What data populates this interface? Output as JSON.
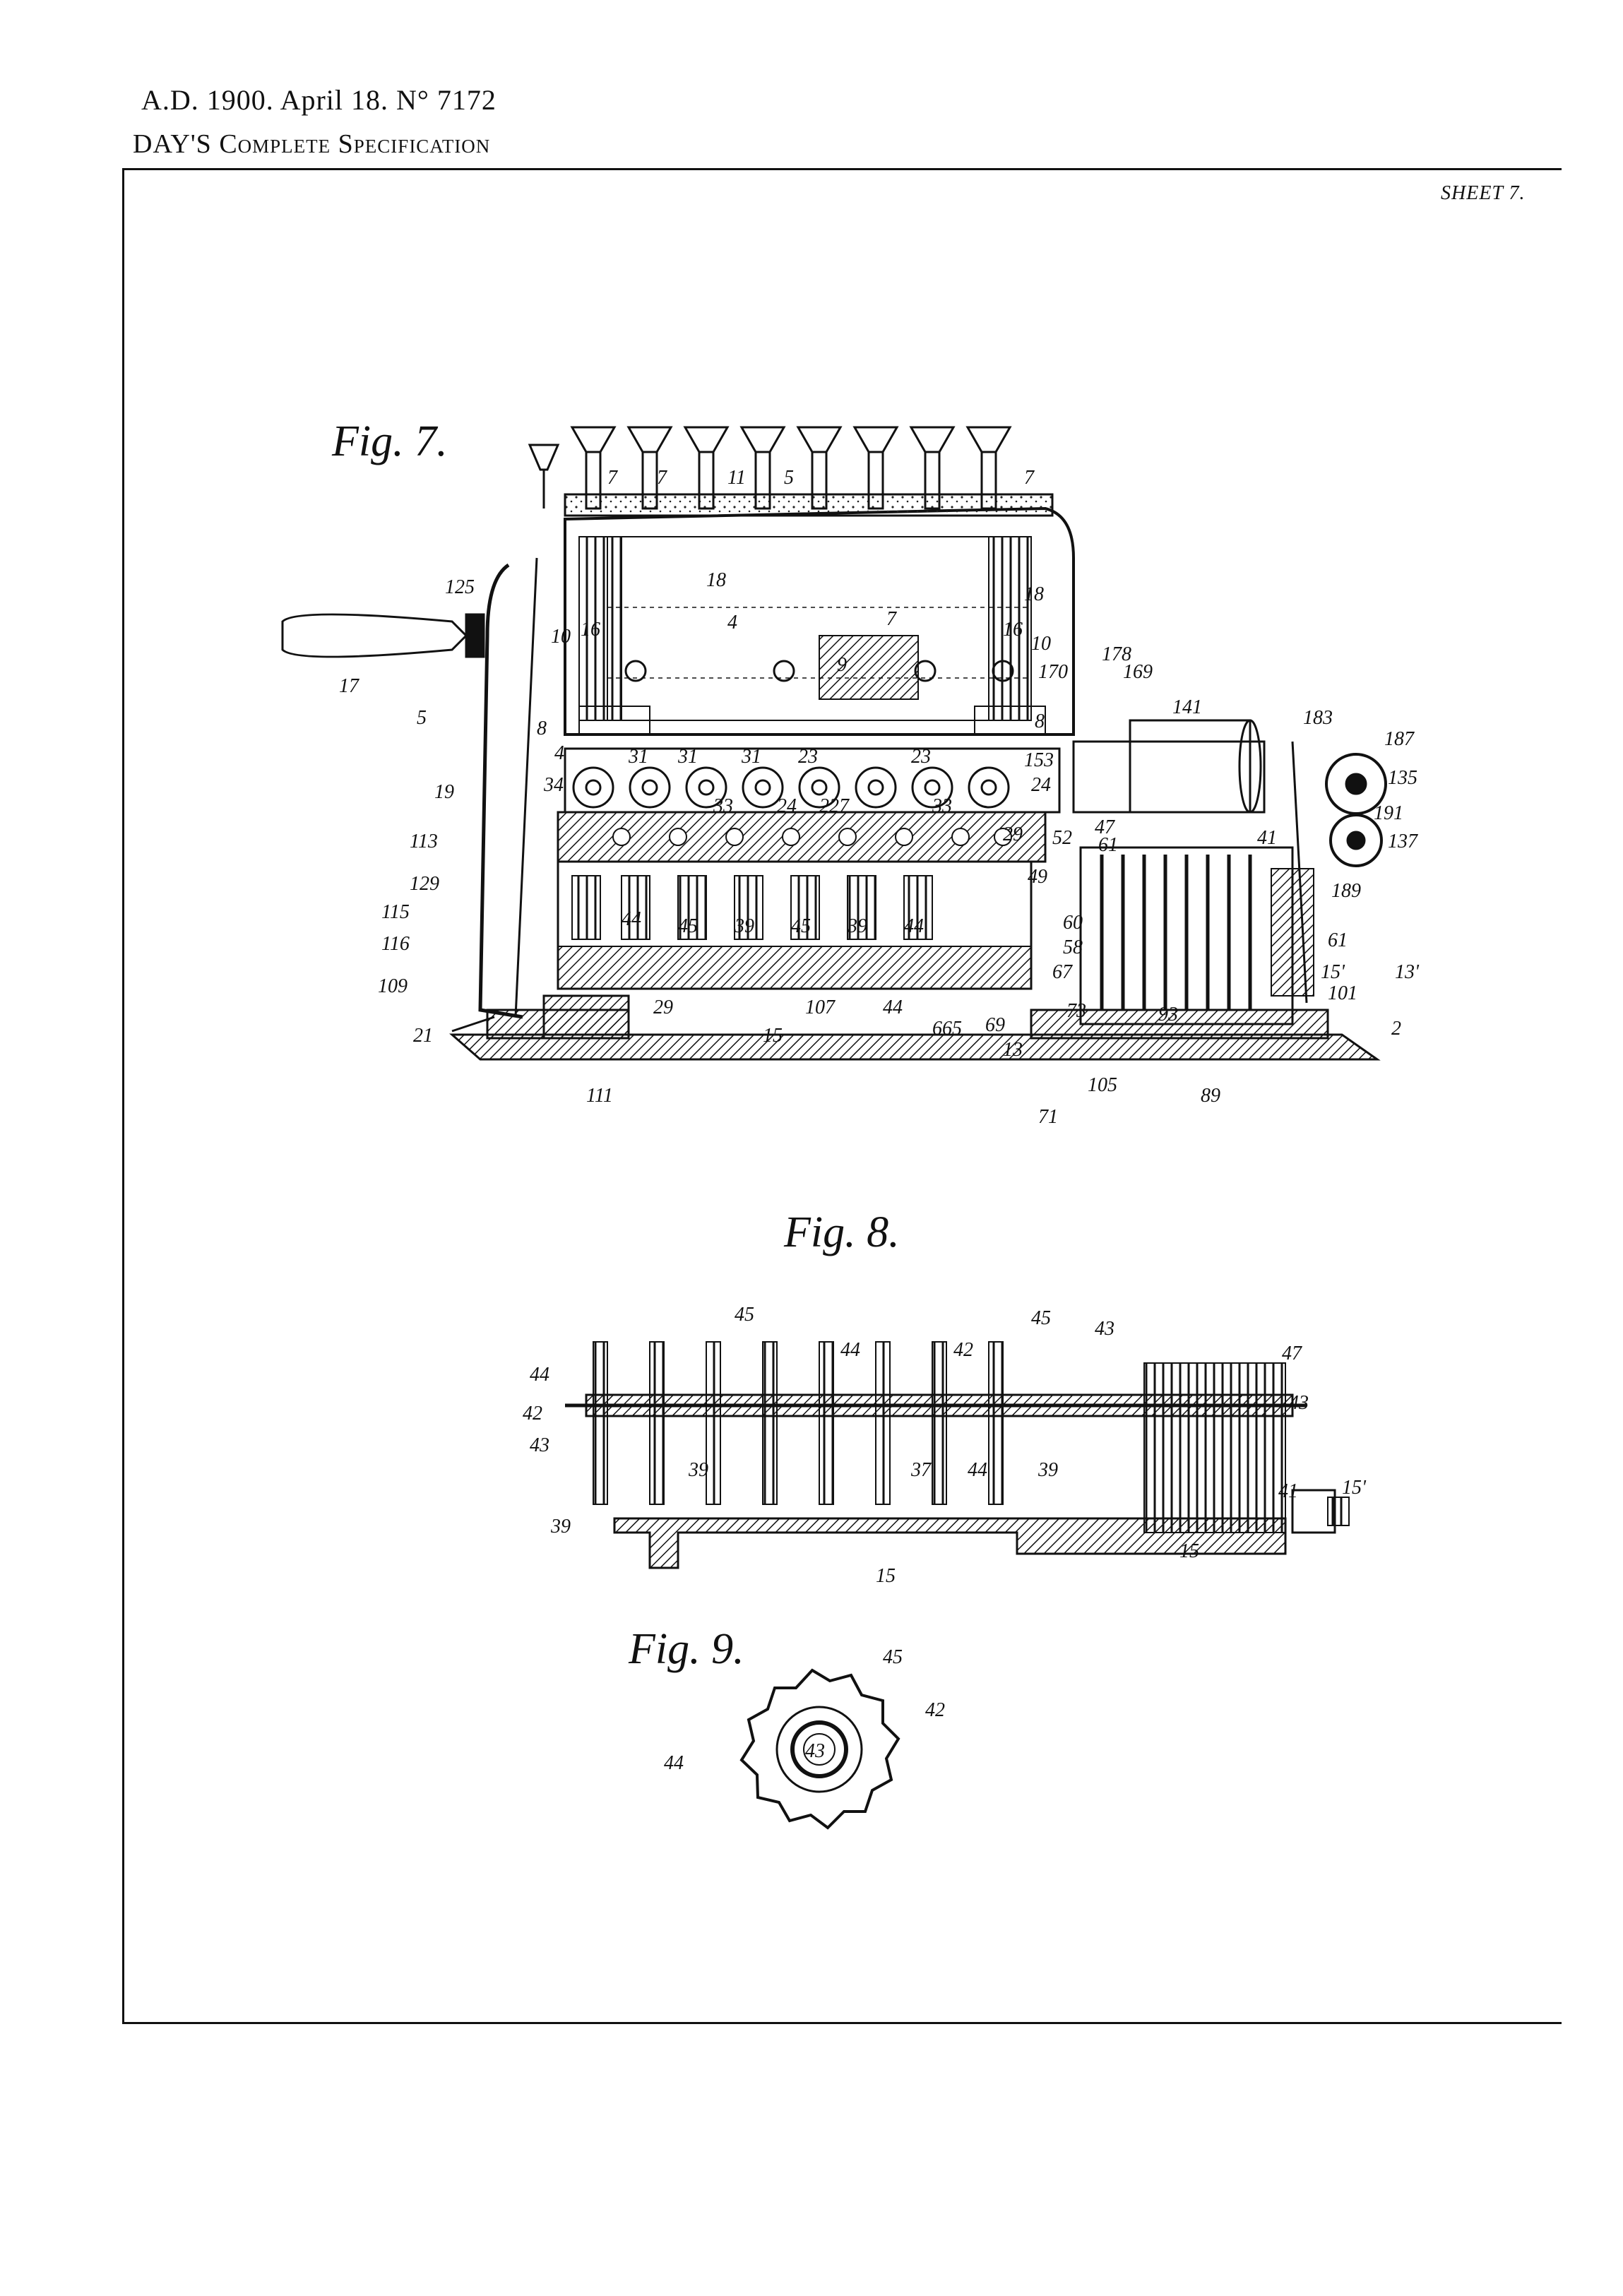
{
  "header": {
    "line1": "A.D. 1900. April 18. N° 7172",
    "line2": "DAY'S Complete Specification"
  },
  "sheet_label": "SHEET 7.",
  "figures": {
    "fig7": {
      "label": "Fig. 7.",
      "callouts": [
        "7",
        "7",
        "11",
        "5",
        "7",
        "18",
        "18",
        "125",
        "4",
        "7",
        "9",
        "16",
        "16",
        "10",
        "10",
        "17",
        "5",
        "8",
        "8",
        "178",
        "170",
        "169",
        "141",
        "183",
        "187",
        "135",
        "191",
        "137",
        "4",
        "31",
        "31",
        "31",
        "23",
        "23",
        "153",
        "24",
        "19",
        "34",
        "33",
        "24",
        "227",
        "33",
        "29",
        "52",
        "47",
        "61",
        "41",
        "113",
        "189",
        "129",
        "115",
        "116",
        "49",
        "60",
        "58",
        "61",
        "109",
        "44",
        "45",
        "39",
        "45",
        "39",
        "44",
        "67",
        "15'",
        "13'",
        "101",
        "21",
        "29",
        "107",
        "44",
        "665",
        "69",
        "13",
        "73",
        "105",
        "93",
        "2",
        "111",
        "15",
        "71",
        "89"
      ]
    },
    "fig8": {
      "label": "Fig. 8.",
      "callouts": [
        "45",
        "45",
        "43",
        "47",
        "44",
        "44",
        "42",
        "43",
        "42",
        "43",
        "39",
        "37",
        "44",
        "39",
        "41",
        "15'",
        "39",
        "15",
        "15"
      ]
    },
    "fig9": {
      "label": "Fig. 9.",
      "callouts": [
        "45",
        "42",
        "44",
        "43"
      ]
    }
  }
}
